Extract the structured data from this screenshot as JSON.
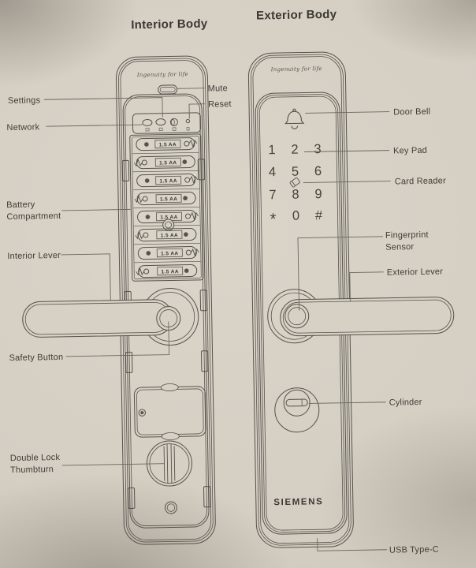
{
  "titles": {
    "interior": "Interior Body",
    "exterior": "Exterior Body"
  },
  "brand": {
    "slogan": "Ingenuity for life",
    "name": "SIEMENS"
  },
  "interior": {
    "labels": {
      "settings": "Settings",
      "network": "Network",
      "mute": "Mute",
      "reset": "Reset",
      "battery_line1": "Battery",
      "battery_line2": "Compartment",
      "interior_lever": "Interior Lever",
      "safety_button": "Safety Button",
      "double_lock_line1": "Double Lock",
      "double_lock_line2": "Thumbturn"
    },
    "battery": {
      "cell_label": "1.5 AA",
      "cell_count": 8
    }
  },
  "exterior": {
    "labels": {
      "door_bell": "Door Bell",
      "key_pad": "Key Pad",
      "card_reader": "Card Reader",
      "fingerprint_line1": "Fingerprint",
      "fingerprint_line2": "Sensor",
      "exterior_lever": "Exterior Lever",
      "cylinder": "Cylinder",
      "usb": "USB Type-C"
    },
    "keypad": {
      "keys": [
        "1",
        "2",
        "3",
        "4",
        "5",
        "6",
        "7",
        "8",
        "9",
        "*",
        "0",
        "#"
      ]
    }
  },
  "colors": {
    "paper": "#d5cfc4",
    "ink": "#55524b",
    "leader": "#6b675e"
  }
}
